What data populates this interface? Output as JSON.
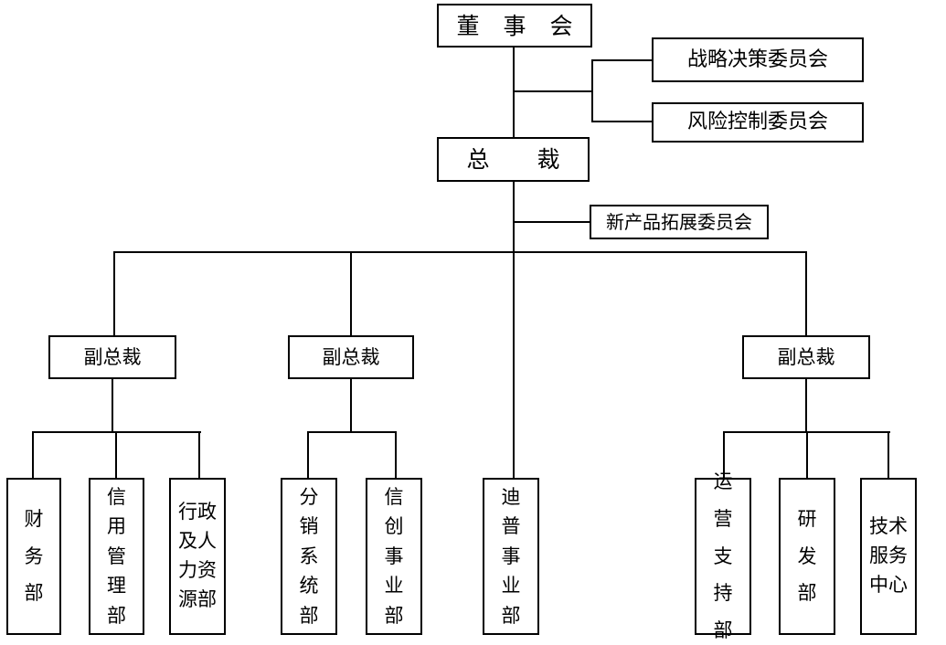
{
  "chart_title": "",
  "org_chart": {
    "type": "organization-chart",
    "top": {
      "board": {
        "label": "董 事 会"
      },
      "ceo": {
        "label": "总    裁"
      }
    },
    "board_committees": [
      {
        "label": "战略决策委员会"
      },
      {
        "label": "风险控制委员会"
      }
    ],
    "ceo_committees": [
      {
        "label": "新产品拓展委员会"
      }
    ],
    "vice_presidents": [
      {
        "label": "副总裁"
      },
      {
        "label": "副总裁"
      },
      {
        "label": "副总裁"
      }
    ],
    "departments": {
      "vp1": [
        {
          "label": "财\n务\n部"
        },
        {
          "label": "信\n用\n管\n理\n部"
        },
        {
          "label": "行政\n及人\n力资\n源部"
        }
      ],
      "vp2": [
        {
          "label": "分\n销\n系\n统\n部"
        },
        {
          "label": "信\n创\n事\n业\n部"
        }
      ],
      "direct_to_ceo": [
        {
          "label": "迪\n普\n事\n业\n部"
        }
      ],
      "vp3": [
        {
          "label": "运\n营\n支\n持\n部"
        },
        {
          "label": "研\n发\n部"
        },
        {
          "label": "技术\n服务\n中心"
        }
      ]
    },
    "style": {
      "box_border_color": "#000000",
      "box_fill_color": "#ffffff",
      "line_color": "#000000",
      "background_color": "#ffffff"
    }
  }
}
